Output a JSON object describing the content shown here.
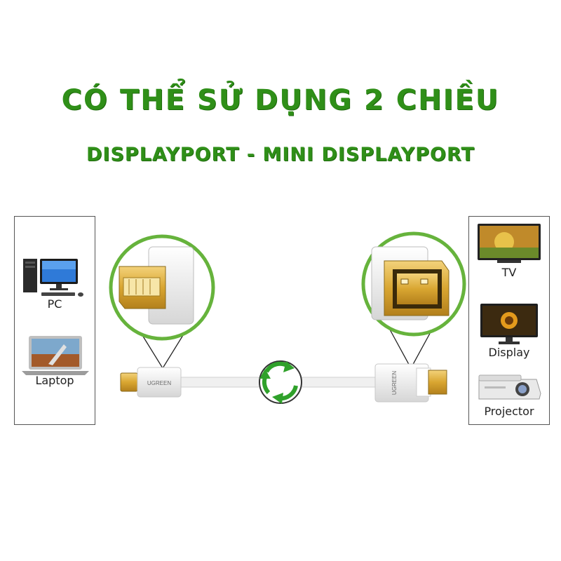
{
  "headline": "CÓ THỂ SỬ DỤNG 2 CHIỀU",
  "subheadline": "DISPLAYPORT - MINI DISPLAYPORT",
  "left_devices": [
    {
      "label": "PC",
      "icon": "pc-icon"
    },
    {
      "label": "Laptop",
      "icon": "laptop-icon"
    }
  ],
  "right_devices": [
    {
      "label": "TV",
      "icon": "tv-icon"
    },
    {
      "label": "Display",
      "icon": "display-icon"
    },
    {
      "label": "Projector",
      "icon": "projector-icon"
    }
  ],
  "cable_brand": "UGREEN",
  "colors": {
    "accent": "#2f8f18",
    "connector_gold": "#d9a631",
    "cable": "#f2f2f2"
  }
}
